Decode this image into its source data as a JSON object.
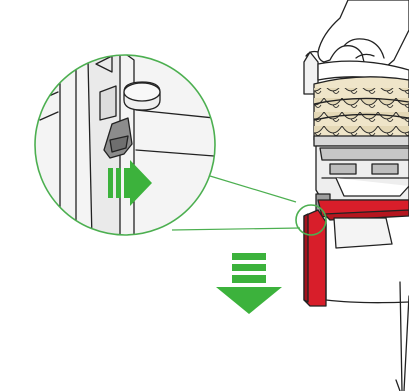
{
  "illustration": {
    "subject": "vacuum-cyclone-bin-release",
    "colors": {
      "accent_green": "#3cb23c",
      "callout_ring": "#4caf50",
      "bin_red": "#d81e2a",
      "dark_red": "#a3121c",
      "cyclone_cream": "#efe5c9",
      "cyclone_gray": "#c6c6c6",
      "clip_gray": "#8c8c8c",
      "outline": "#222222"
    },
    "icons": [
      "zoom-callout",
      "slide-right-arrow",
      "push-down-arrow",
      "hand-grip"
    ]
  }
}
